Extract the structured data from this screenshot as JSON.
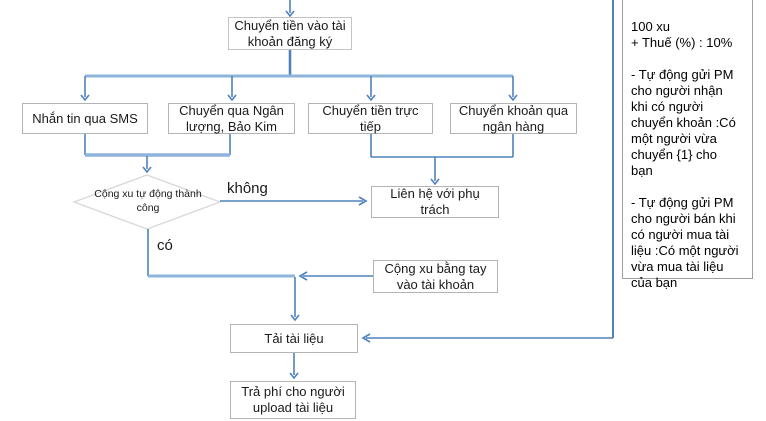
{
  "flowchart": {
    "nodes": {
      "start": {
        "label": "Chuyển tiền vào tài khoản đăng ký"
      },
      "sms": {
        "label": "Nhắn tin qua SMS"
      },
      "nganluong": {
        "label": "Chuyển qua Ngân lượng, Bảo Kim"
      },
      "tructiep": {
        "label": "Chuyển tiền trực tiếp"
      },
      "nganhang": {
        "label": "Chuyển khoản qua ngân hàng"
      },
      "decision": {
        "label": "Cộng xu tự động thành công"
      },
      "lienhe": {
        "label": "Liên hệ với phụ trách"
      },
      "congxutay": {
        "label": "Cộng xu bằng tay vào tài khoản"
      },
      "taitailieu": {
        "label": "Tải tài liệu"
      },
      "traphi": {
        "label": "Trả phí cho người upload tài liệu"
      }
    },
    "edge_labels": {
      "no": "không",
      "yes": "có"
    }
  },
  "side_panel": {
    "text": "100 xu\n+ Thuế (%) : 10%\n\n- Tự động gửi PM\ncho người nhận\nkhi có người\nchuyển khoản :Có\nmột người vừa\nchuyển {1} cho\nbạn\n\n- Tự động gửi PM\ncho người bán khi\ncó người mua tài\nliệu :Có một người\nvừa mua tài liệu\ncủa bạn"
  },
  "colors": {
    "connector": "#4f81bd",
    "connector_light": "#8eb4dc",
    "box_border": "#b3b3b3",
    "diamond_border": "#d9d9d9",
    "text": "#1a1a1a"
  }
}
